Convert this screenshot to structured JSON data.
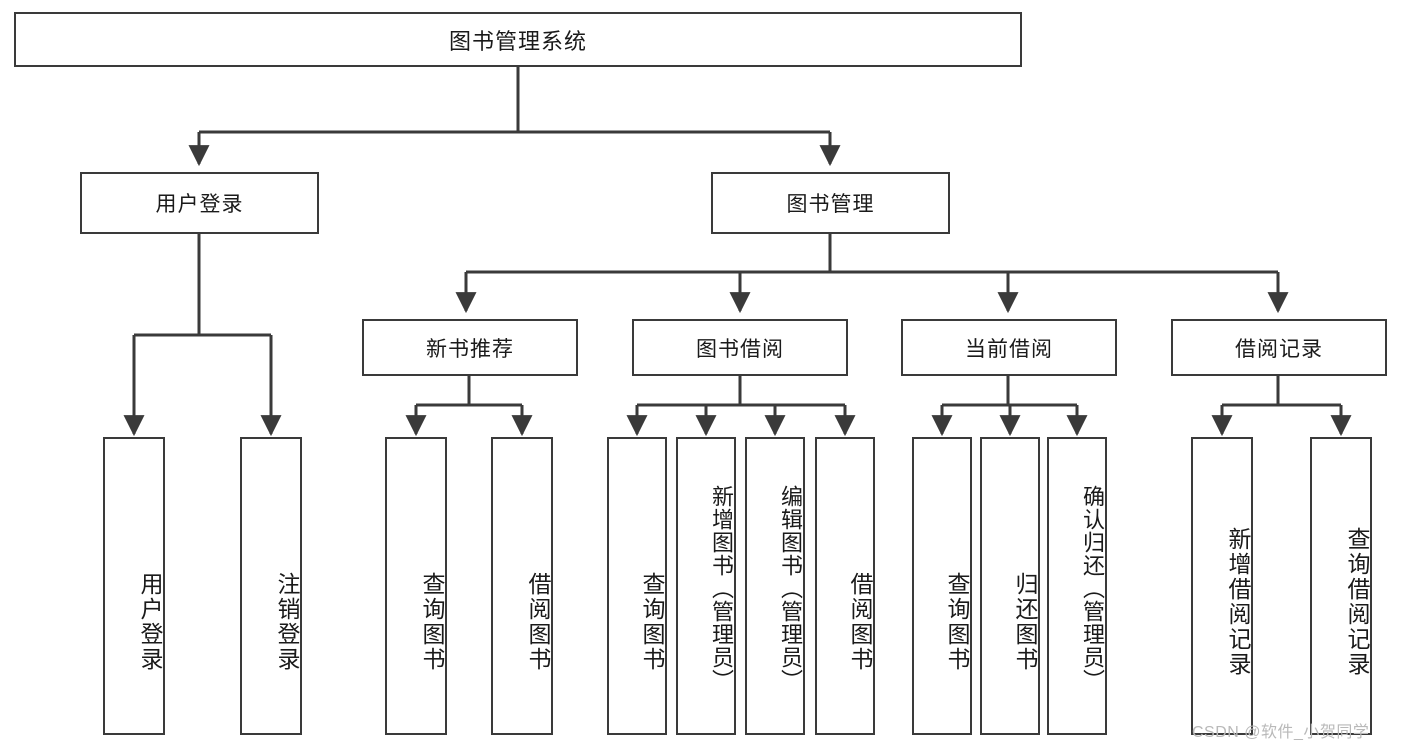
{
  "diagram": {
    "title": "图书管理系统",
    "type": "tree-hierarchy",
    "background_color": "#ffffff",
    "stroke_color": "#3a3a3a",
    "text_color": "#1a1a1a",
    "watermark": "CSDN @软件_小贺同学"
  },
  "levels": {
    "root": {
      "label": "图书管理系统"
    },
    "level2": [
      {
        "label": "用户登录"
      },
      {
        "label": "图书管理"
      }
    ],
    "level3": [
      {
        "label": "新书推荐"
      },
      {
        "label": "图书借阅"
      },
      {
        "label": "当前借阅"
      },
      {
        "label": "借阅记录"
      }
    ]
  },
  "leaves": {
    "user_login": [
      {
        "label": "用户登录"
      },
      {
        "label": "注销登录"
      }
    ],
    "new_book_recommend": [
      {
        "label": "查询图书"
      },
      {
        "label": "借阅图书"
      }
    ],
    "book_borrow": [
      {
        "label": "查询图书"
      },
      {
        "label": "新增图书（管理员）"
      },
      {
        "label": "编辑图书（管理员）"
      },
      {
        "label": "借阅图书"
      }
    ],
    "current_borrow": [
      {
        "label": "查询图书"
      },
      {
        "label": "归还图书"
      },
      {
        "label": "确认归还（管理员）"
      }
    ],
    "borrow_records": [
      {
        "label": "新增借阅记录"
      },
      {
        "label": "查询借阅记录"
      }
    ]
  }
}
